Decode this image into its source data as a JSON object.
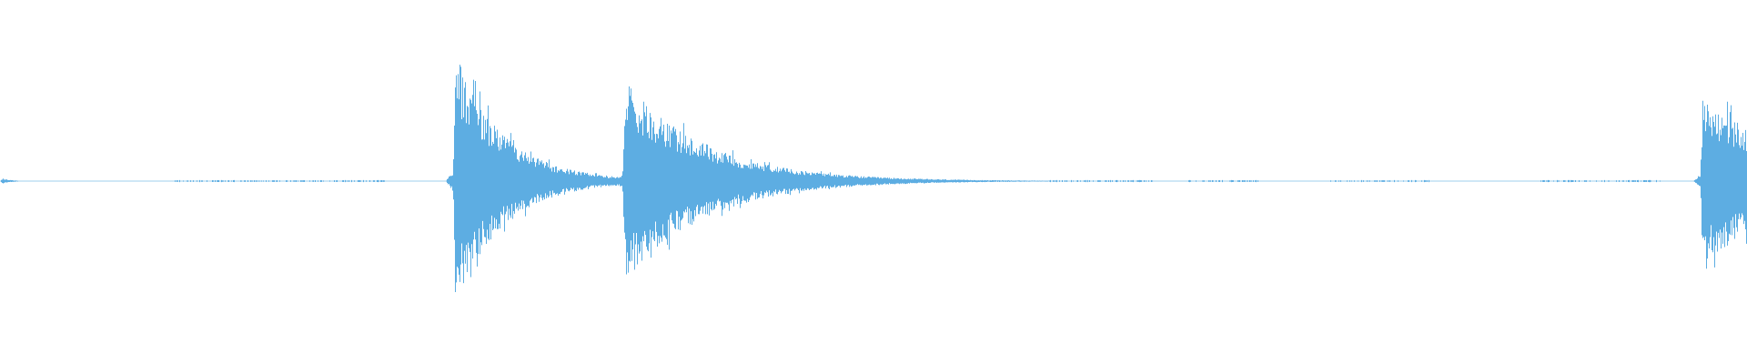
{
  "waveform": {
    "wave_color": "#5dade2",
    "background_color": "#ffffff",
    "total_duration_fraction": 1.0,
    "noise_floor": 0.003,
    "events": [
      {
        "start": 0.0,
        "peak": 0.028,
        "decay": 0.005
      },
      {
        "start": 0.259,
        "peak": 0.98,
        "decay": 0.028
      },
      {
        "start": 0.356,
        "peak": 0.8,
        "decay": 0.045
      },
      {
        "start": 0.973,
        "peak": 0.68,
        "decay": 0.05
      }
    ],
    "quiet_regions": [
      {
        "start": 0.02,
        "end": 0.25,
        "level": 0.003
      },
      {
        "start": 0.4,
        "end": 0.97,
        "level": 0.002
      }
    ],
    "speckles": [
      {
        "start": 0.1,
        "end": 0.22
      },
      {
        "start": 0.53,
        "end": 0.56
      },
      {
        "start": 0.6,
        "end": 0.66
      },
      {
        "start": 0.68,
        "end": 0.72
      },
      {
        "start": 0.76,
        "end": 0.82
      },
      {
        "start": 0.88,
        "end": 0.95
      }
    ]
  }
}
